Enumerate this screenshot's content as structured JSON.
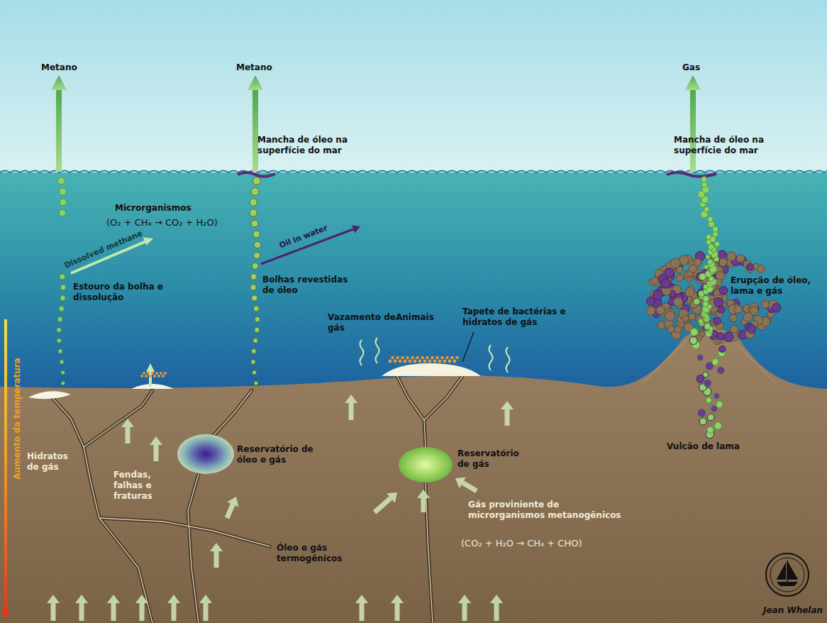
{
  "diagram": {
    "labels": [
      "Metano",
      "Metano",
      "Gas",
      "Mancha de óleo na superfície do mar",
      "Mancha de óleo na superfície do mar",
      "Microrganismos",
      "(O₂ + CH₄ → CO₂ + H₂O)",
      "Dissolved methane",
      "Oil in water",
      "Erupção de óleo, lama e gás",
      "Estouro da bolha e dissolução",
      "Bolhas revestidas de óleo",
      "Vazamento de gás",
      "Animais",
      "Tapete de bactérias e hidratos de gás",
      "Vulcão de lama",
      "Hidratos de gás",
      "Reservatório de óleo e gás",
      "Aumento da temperatura",
      "Fendas, falhas e fraturas",
      "Reservatório de gás",
      "Gás proviniente de microrganismos metanogênicos",
      "(CO₂ + H₂O → CH₄ + CHO)",
      "Óleo e gás termogênicos",
      "Jean Whelan"
    ]
  }
}
